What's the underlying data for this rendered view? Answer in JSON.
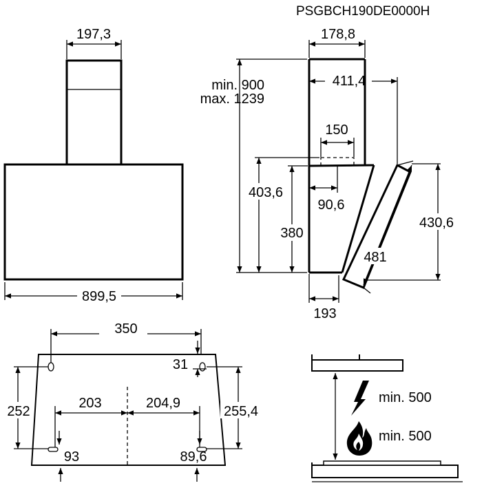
{
  "model_code": "PSGBCH190DE0000H",
  "front_view": {
    "chimney_width": "197,3",
    "hood_width": "899,5"
  },
  "side_view": {
    "chimney_depth": "178,8",
    "chimney_min": "min. 900",
    "chimney_max": "max. 1239",
    "total_depth": "411,4",
    "outlet_width": "150",
    "outlet_offset": "90,6",
    "canopy_height": "403,6",
    "wall_height": "380",
    "panel_length": "481",
    "panel_height": "430,6",
    "bottom_depth": "193"
  },
  "mounting_view": {
    "top_hole_spacing": "350",
    "top_hole_offset": "31",
    "left_height": "252",
    "right_height": "255,4",
    "left_center": "203",
    "right_center": "204,9",
    "left_bottom": "93",
    "right_bottom": "89,6"
  },
  "clearance": {
    "electric": "min. 500",
    "gas": "min. 500",
    "electric_icon": "lightning-icon",
    "gas_icon": "flame-icon"
  }
}
